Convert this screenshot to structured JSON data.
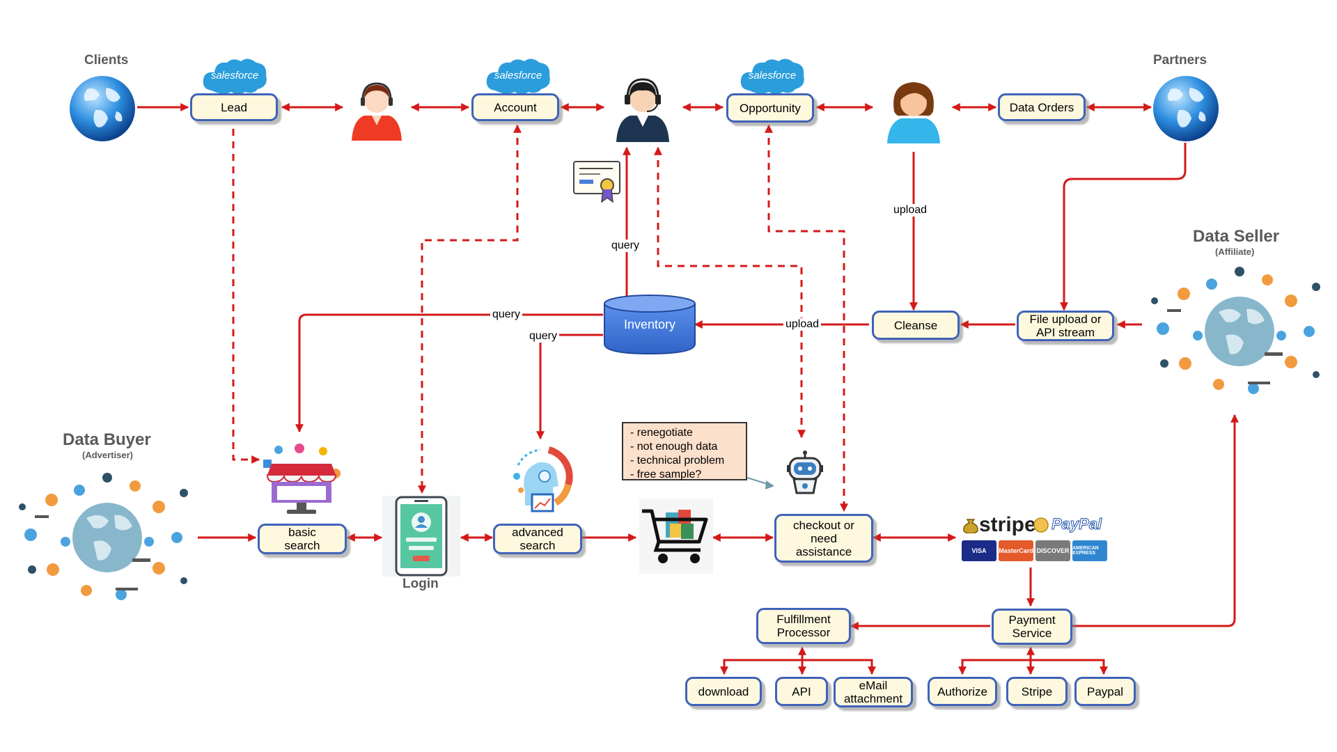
{
  "colors": {
    "arrow": "#d41919",
    "box_border": "#3f63b8",
    "box_fill": "#fdf8de",
    "inventory_fill": "#4a80e0",
    "note_fill": "#fbe0cc",
    "salesforce": "#2b9ddc"
  },
  "labels": {
    "clients": "Clients",
    "partners": "Partners",
    "data_buyer": "Data Buyer",
    "data_buyer_sub": "(Advertiser)",
    "data_seller": "Data Seller",
    "data_seller_sub": "(Affiliate)",
    "login": "Login",
    "salesforce": "salesforce"
  },
  "boxes": {
    "lead": "Lead",
    "account": "Account",
    "opportunity": "Opportunity",
    "data_orders": "Data Orders",
    "inventory": "Inventory",
    "cleanse": "Cleanse",
    "file_upload": "File upload or\nAPI stream",
    "basic_search": "basic\nsearch",
    "advanced_search": "advanced\nsearch",
    "checkout": "checkout or\nneed\nassistance",
    "fulfillment": "Fulfillment\nProcessor",
    "payment": "Payment\nService",
    "download": "download",
    "api": "API",
    "email": "eMail\nattachment",
    "authorize": "Authorize",
    "stripe": "Stripe",
    "paypal": "Paypal"
  },
  "wire_labels": {
    "upload_right": "upload",
    "upload_middle": "upload",
    "query_up": "query",
    "query_left": "query",
    "query_down": "query"
  },
  "note": {
    "lines": [
      "- renegotiate",
      "- not enough data",
      "- technical problem",
      "- free sample?"
    ]
  },
  "payment_logos": {
    "stripe": "stripe",
    "paypal": "PayPal",
    "cards": [
      "VISA",
      "MasterCard",
      "DISCOVER",
      "AMERICAN EXPRESS"
    ]
  },
  "icons": [
    "globe-icon",
    "headset-woman-icon",
    "headset-man-icon",
    "woman-user-icon",
    "certificate-icon",
    "database-icon",
    "storefront-icon",
    "mobile-login-icon",
    "ai-analytics-icon",
    "shopping-cart-icon",
    "chatbot-icon",
    "network-world-icon"
  ]
}
